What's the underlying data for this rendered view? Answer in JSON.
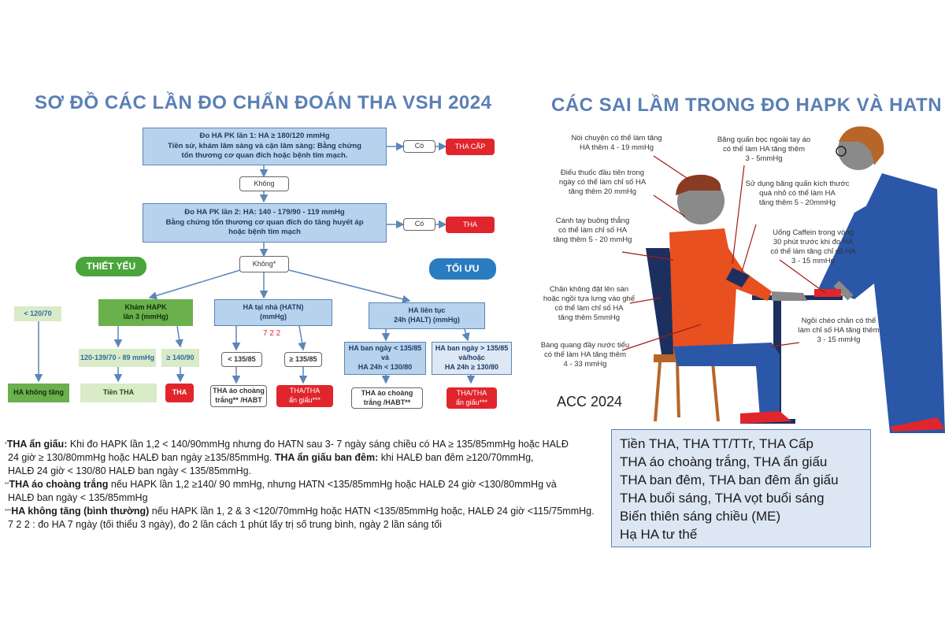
{
  "left": {
    "title": "SƠ ĐỒ CÁC LẦN ĐO CHẨN ĐOÁN THA VSH 2024",
    "step1": {
      "line1": "Đo HA PK lần 1: HA ≥ 180/120 mmHg",
      "line2": "Tiền sử, khám lâm sàng và cận lâm sàng: Bằng chứng",
      "line3": "tổn thương cơ quan đích hoặc bệnh tim mạch.",
      "yes": "Có",
      "result": "THA CẤP"
    },
    "no1": "Không",
    "step2": {
      "line1": "Đo HA PK lần 2: HA: 140 - 179/90 - 119 mmHg",
      "line2": "Bằng chứng tổn thương cơ quan đích do tăng huyết áp",
      "line3": "hoặc bệnh tim mạch",
      "yes": "Có",
      "result": "THA"
    },
    "no2": "Không*",
    "essential": "THIẾT YẾU",
    "optimal": "TỐI ƯU",
    "lt120": "< 120/70",
    "normal": "HA không tăng",
    "hapk3": {
      "line1": "Khám HAPK",
      "line2": "lần 3 (mmHg)"
    },
    "pre_range": "120-139/70 - 89 mmHg",
    "ge140": "≥ 140/90",
    "pre": "Tiền THA",
    "tha": "THA",
    "home": {
      "line1": "HA tại nhà (HATN)",
      "line2": "(mmHg)"
    },
    "seven": "7 2 2",
    "lt135": "< 135/85",
    "ge135": "≥ 135/85",
    "wc1": {
      "line1": "THA áo choàng",
      "line2": "trắng** /HABT"
    },
    "masked1": {
      "line1": "THA/THA",
      "line2": "ẩn giấu***"
    },
    "abpm": {
      "line1": "HA liên tục",
      "line2": "24h (HALT) (mmHg)"
    },
    "day_lt": {
      "line1": "HA ban ngày < 135/85",
      "line2": "và",
      "line3": "HA 24h < 130/80"
    },
    "day_ge": {
      "line1": "HA ban ngày > 135/85",
      "line2": "và/hoặc",
      "line3": "HA 24h ≥ 130/80"
    },
    "wc2": {
      "line1": "THA áo choàng",
      "line2": "trắng /HABT**"
    },
    "masked2": {
      "line1": "THA/THA",
      "line2": "ẩn giấu***"
    }
  },
  "notes": {
    "n1_bold": "THA ẩn giấu:",
    "n1_text": " Khi đo HAPK lần 1,2 < 140/90mmHg nhưng đo HATN sau 3- 7 ngày sáng chiều có HA ≥ 135/85mmHg hoặc HALĐ",
    "n1_line2a": "24 giờ ≥ 130/80mmHg hoặc HALĐ ban ngày ≥135/85mmHg.",
    "n1_bold2": " THA ẩn giấu ban đêm:",
    "n1_line2b": " khi HALĐ ban đêm ≥120/70mmHg,",
    "n1_line3": "HALĐ 24 giờ < 130/80 HALĐ ban ngày < 135/85mmHg.",
    "n2_bold": "THA áo choàng trắng",
    "n2_text": " nếu HAPK lần 1,2 ≥140/ 90 mmHg, nhưng HATN <135/85mmHg hoặc HALĐ 24 giờ <130/80mmHg và",
    "n2_line2": "HALĐ ban ngày < 135/85mmHg",
    "n3_bold": "HA không tăng (bình thường)",
    "n3_text": " nếu HAPK lần 1, 2 & 3 <120/70mmHg hoặc HATN <135/85mmHg hoặc, HALĐ 24 giờ <115/75mmHg.",
    "n3_line2": "7 2 2 : đo HA 7 ngày (tối thiểu 3 ngày), đo 2 lần cách 1 phút lấy trị số trung bình, ngày 2 lần sáng tối"
  },
  "right": {
    "title": "CÁC SAI LẦM TRONG ĐO HAPK VÀ HATN",
    "labels": {
      "talk": [
        "Nói chuyện có thể làm tăng",
        "HA thêm 4 - 19 mmHg"
      ],
      "smoke": [
        "Điếu thuốc đầu tiên trong",
        "ngày có thể làm chỉ số HA",
        "tăng thêm 20 mmHg"
      ],
      "arm": [
        "Cánh tay buông thẳng",
        "có thể làm chỉ số HA",
        "tăng thêm 5 - 20 mmHg"
      ],
      "feet": [
        "Chân không đặt lên sàn",
        "hoặc ngồi tựa lưng vào ghế",
        "có thể làm chỉ số HA",
        "tăng thêm 5mmHg"
      ],
      "bladder": [
        "Bàng quang đầy nước tiểu",
        "có thể làm HA tăng thêm",
        "4 - 33 mmHg"
      ],
      "cuff_over": [
        "Băng quấn bọc ngoài tay áo",
        "có thể làm HA tăng thêm",
        "3 - 5mmHg"
      ],
      "small_cuff": [
        "Sử dụng băng quấn kích thước",
        "quá nhỏ có thể làm HA",
        "tăng thêm 5 - 20mmHg"
      ],
      "caffeine": [
        "Uống Caffein trong vòng",
        "30 phút trước khi đo HA",
        "có thể làm tăng chỉ số HA",
        "3 - 15 mmHg"
      ],
      "legs": [
        "Ngồi chéo chân có thể",
        "làm chỉ số HA tăng thêm",
        "3 - 15 mmHg"
      ]
    },
    "source": "ACC 2024",
    "summary": [
      "Tiền THA, THA TT/TTr, THA Cấp",
      "THA áo choàng trắng, THA ẩn giấu",
      "THA ban đêm, THA ban đêm ẩn giấu",
      "THA buổi sáng, THA vọt buổi sáng",
      "Biến thiên sáng chiều (ME)",
      "Hạ HA tư thế"
    ]
  },
  "colors": {
    "title": "#5b7fb4",
    "box_blue": "#b7d2ec",
    "red": "#e0262c",
    "green": "#6ab04c",
    "pill_blue": "#2a7bbf",
    "pill_green": "#4aa53a"
  }
}
